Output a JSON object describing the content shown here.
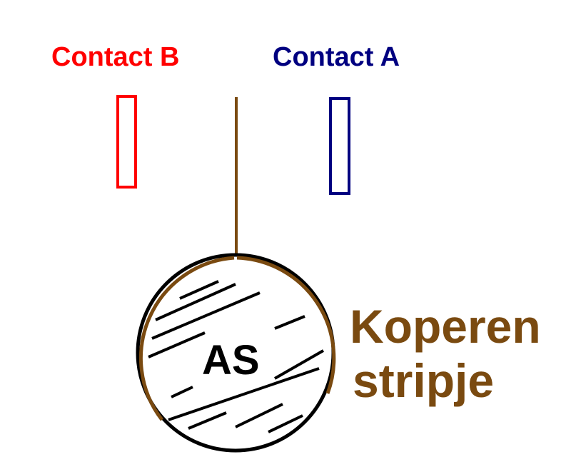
{
  "labels": {
    "contact_b": "Contact B",
    "contact_a": "Contact A",
    "axle": "AS",
    "copper_line1": "Koperen",
    "copper_line2": "stripje"
  },
  "colors": {
    "contact_b": "#ff0000",
    "contact_a": "#000080",
    "copper": "#7a4a10",
    "axle_outline": "#000000",
    "hatch": "#000000",
    "background": "#ffffff"
  }
}
